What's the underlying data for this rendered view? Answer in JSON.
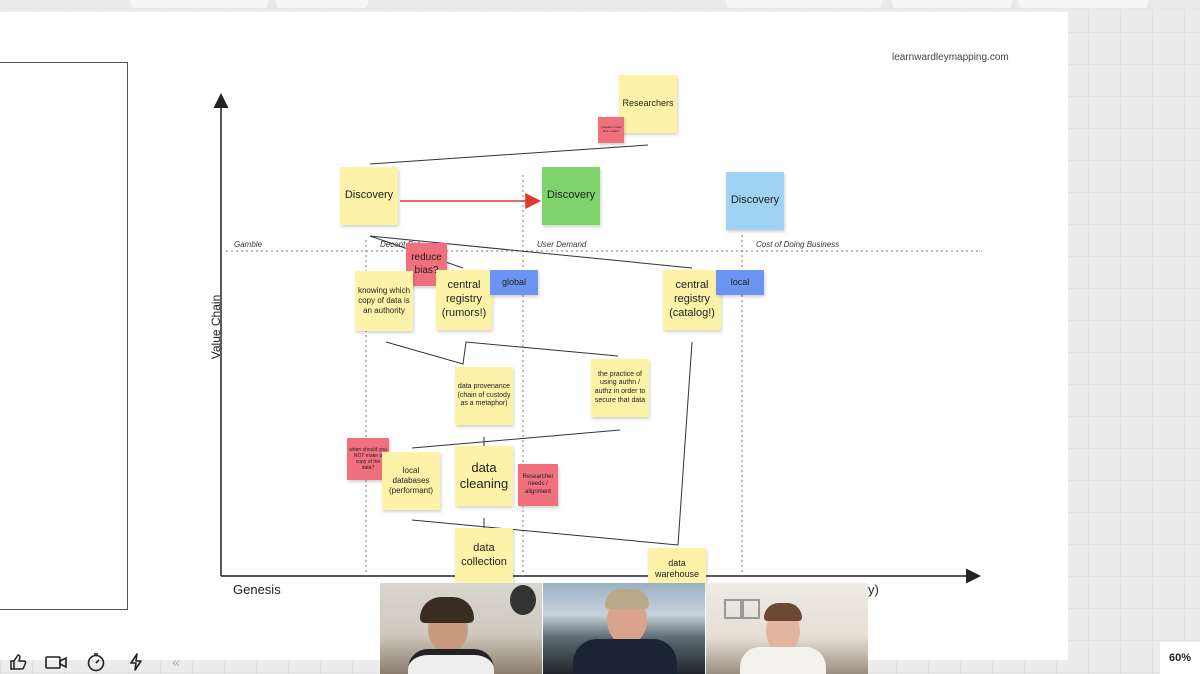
{
  "brand": "learnwardleymapping.com",
  "stages": [
    "Gamble",
    "Decent Bet",
    "User Demand",
    "Cost of Doing Business"
  ],
  "axes": {
    "x_start": "Genesis",
    "x_end_partial": "y)",
    "y": "Value Chain"
  },
  "notes": {
    "researchers": "Researchers",
    "researchers_question": "Question: know their needs?",
    "discovery_1": "Discovery",
    "discovery_2": "Discovery",
    "discovery_3": "Discovery",
    "reduce_bias": "reduce bias?",
    "knowing": "knowing which copy of data is an authority",
    "central_rumors": "central registry (rumors!)",
    "global": "global",
    "central_catalog": "central registry (catalog!)",
    "local": "local",
    "provenance": "data provenance (chain of custody as a metaphor)",
    "authn": "the practice of using authn / authz in order to secure that data",
    "when_not": "when should you NOT make a copy of the data?",
    "local_db": "local databases (performant)",
    "cleaning": "data cleaning",
    "researcher_needs": "Researcher needs / alignment",
    "collection": "data collection",
    "warehouse": "data warehouse"
  },
  "colors": {
    "yellow": "#fdf3a8",
    "green": "#7ed36d",
    "blue": "#9fd2f3",
    "pink": "#f1707d",
    "accent_arrow": "#e03a2a"
  },
  "toolbar": {
    "icons": [
      "thumbs-up-icon",
      "video-icon",
      "timer-icon",
      "lightning-icon",
      "collapse-icon"
    ],
    "collapse_glyph": "«"
  },
  "zoom": "60%"
}
